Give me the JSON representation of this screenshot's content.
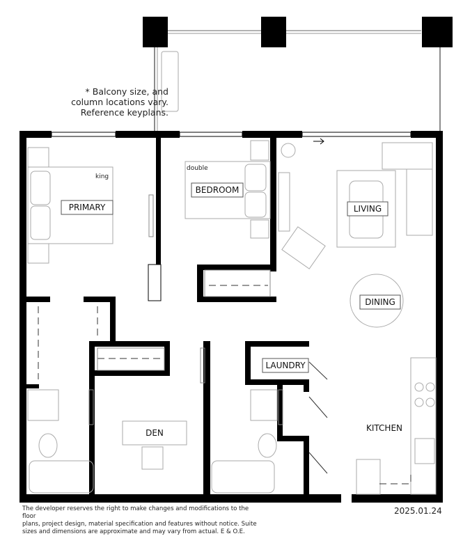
{
  "notes": {
    "balcony": [
      "* Balcony size, and",
      "column locations vary.",
      "Reference keyplans."
    ],
    "disclaimer": [
      "The developer reserves the right to make changes and modifications to the floor",
      "plans, project design, material specification and features without notice.  Suite",
      "sizes and dimensions are approximate and may vary from actual.  E & O.E."
    ],
    "date": "2025.01.24"
  },
  "rooms": {
    "primary": "PRIMARY",
    "primary_bed": "king",
    "bedroom": "BEDROOM",
    "bedroom_bed": "double",
    "living": "LIVING",
    "dining": "DINING",
    "laundry": "LAUNDRY",
    "den": "DEN",
    "kitchen": "KITCHEN"
  }
}
